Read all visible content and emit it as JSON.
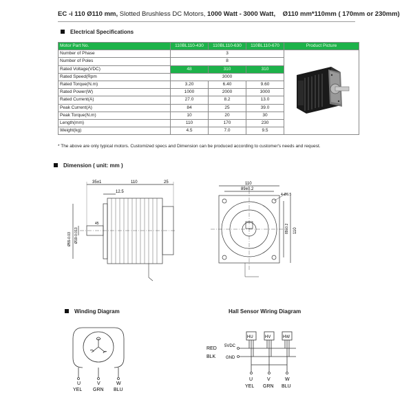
{
  "header": {
    "prefix": "EC -i 110",
    "diameter": "Ø110 mm,",
    "desc": " Slotted Brushless DC Motors, ",
    "power": "1000 Watt - 3000 Watt,",
    "size": "Ø110 mm*110mm ( 170mm or 230mm)"
  },
  "sections": {
    "electrical": "Electrical Specifications",
    "dimension": "Dimension  ( unit: mm )",
    "winding": "Winding Diagram",
    "hall": "Hall Sensor Wiring Diagram"
  },
  "table": {
    "header": [
      "Motor Part No.",
      "110BL110-430",
      "110BL110-630",
      "110BL110-670",
      "Product Picture"
    ],
    "rows": [
      {
        "label": "Number of Phase",
        "merged": "3"
      },
      {
        "label": "Number of Poles",
        "merged": "8"
      },
      {
        "label": "Rated Voltage(VDC)",
        "values": [
          "48",
          "310",
          "310"
        ]
      },
      {
        "label": "Rated Speed(Rpm",
        "merged": "3000"
      },
      {
        "label": "Rated Torque(N.m)",
        "values": [
          "3.20",
          "6.40",
          "9.60"
        ]
      },
      {
        "label": "Rated Power(W)",
        "values": [
          "1000",
          "2000",
          "3000"
        ]
      },
      {
        "label": "Rated Current(A)",
        "values": [
          "27.0",
          "8.2",
          "13.0"
        ]
      },
      {
        "label": "Peak Current(A)",
        "values": [
          "84",
          "25",
          "39.0"
        ]
      },
      {
        "label": "Peak Torque(N.m)",
        "values": [
          "10",
          "20",
          "30"
        ]
      },
      {
        "label": "Length(mm)",
        "values": [
          "110",
          "170",
          "230"
        ]
      },
      {
        "label": "Weight(kg)",
        "values": [
          "4.5",
          "7.0",
          "9.5"
        ]
      }
    ]
  },
  "note": "* The above are only typical motors. Customized specs and Dimension can be produced according to customer's needs and request.",
  "dimension": {
    "side": {
      "d1": "35±1",
      "d2": "110",
      "d3": "25",
      "d4": "12.5",
      "d5": "45",
      "dia1": "Ø19-0.013",
      "dia2": "Ø55-0.03"
    },
    "front": {
      "w": "110",
      "w2": "89±0.2",
      "hole": "4-Ø6.5",
      "h": "89±0.2",
      "h2": "110"
    }
  },
  "winding": {
    "labels": [
      "U",
      "V",
      "W"
    ],
    "colors": [
      "YEL",
      "GRN",
      "BLU"
    ]
  },
  "hall": {
    "sensors": [
      "HU",
      "HV",
      "HW"
    ],
    "red": "RED",
    "vdc": "5VDC",
    "blk": "BLK",
    "gnd": "GND",
    "labels": [
      "U",
      "V",
      "W"
    ],
    "colors": [
      "YEL",
      "GRN",
      "BLU"
    ]
  }
}
